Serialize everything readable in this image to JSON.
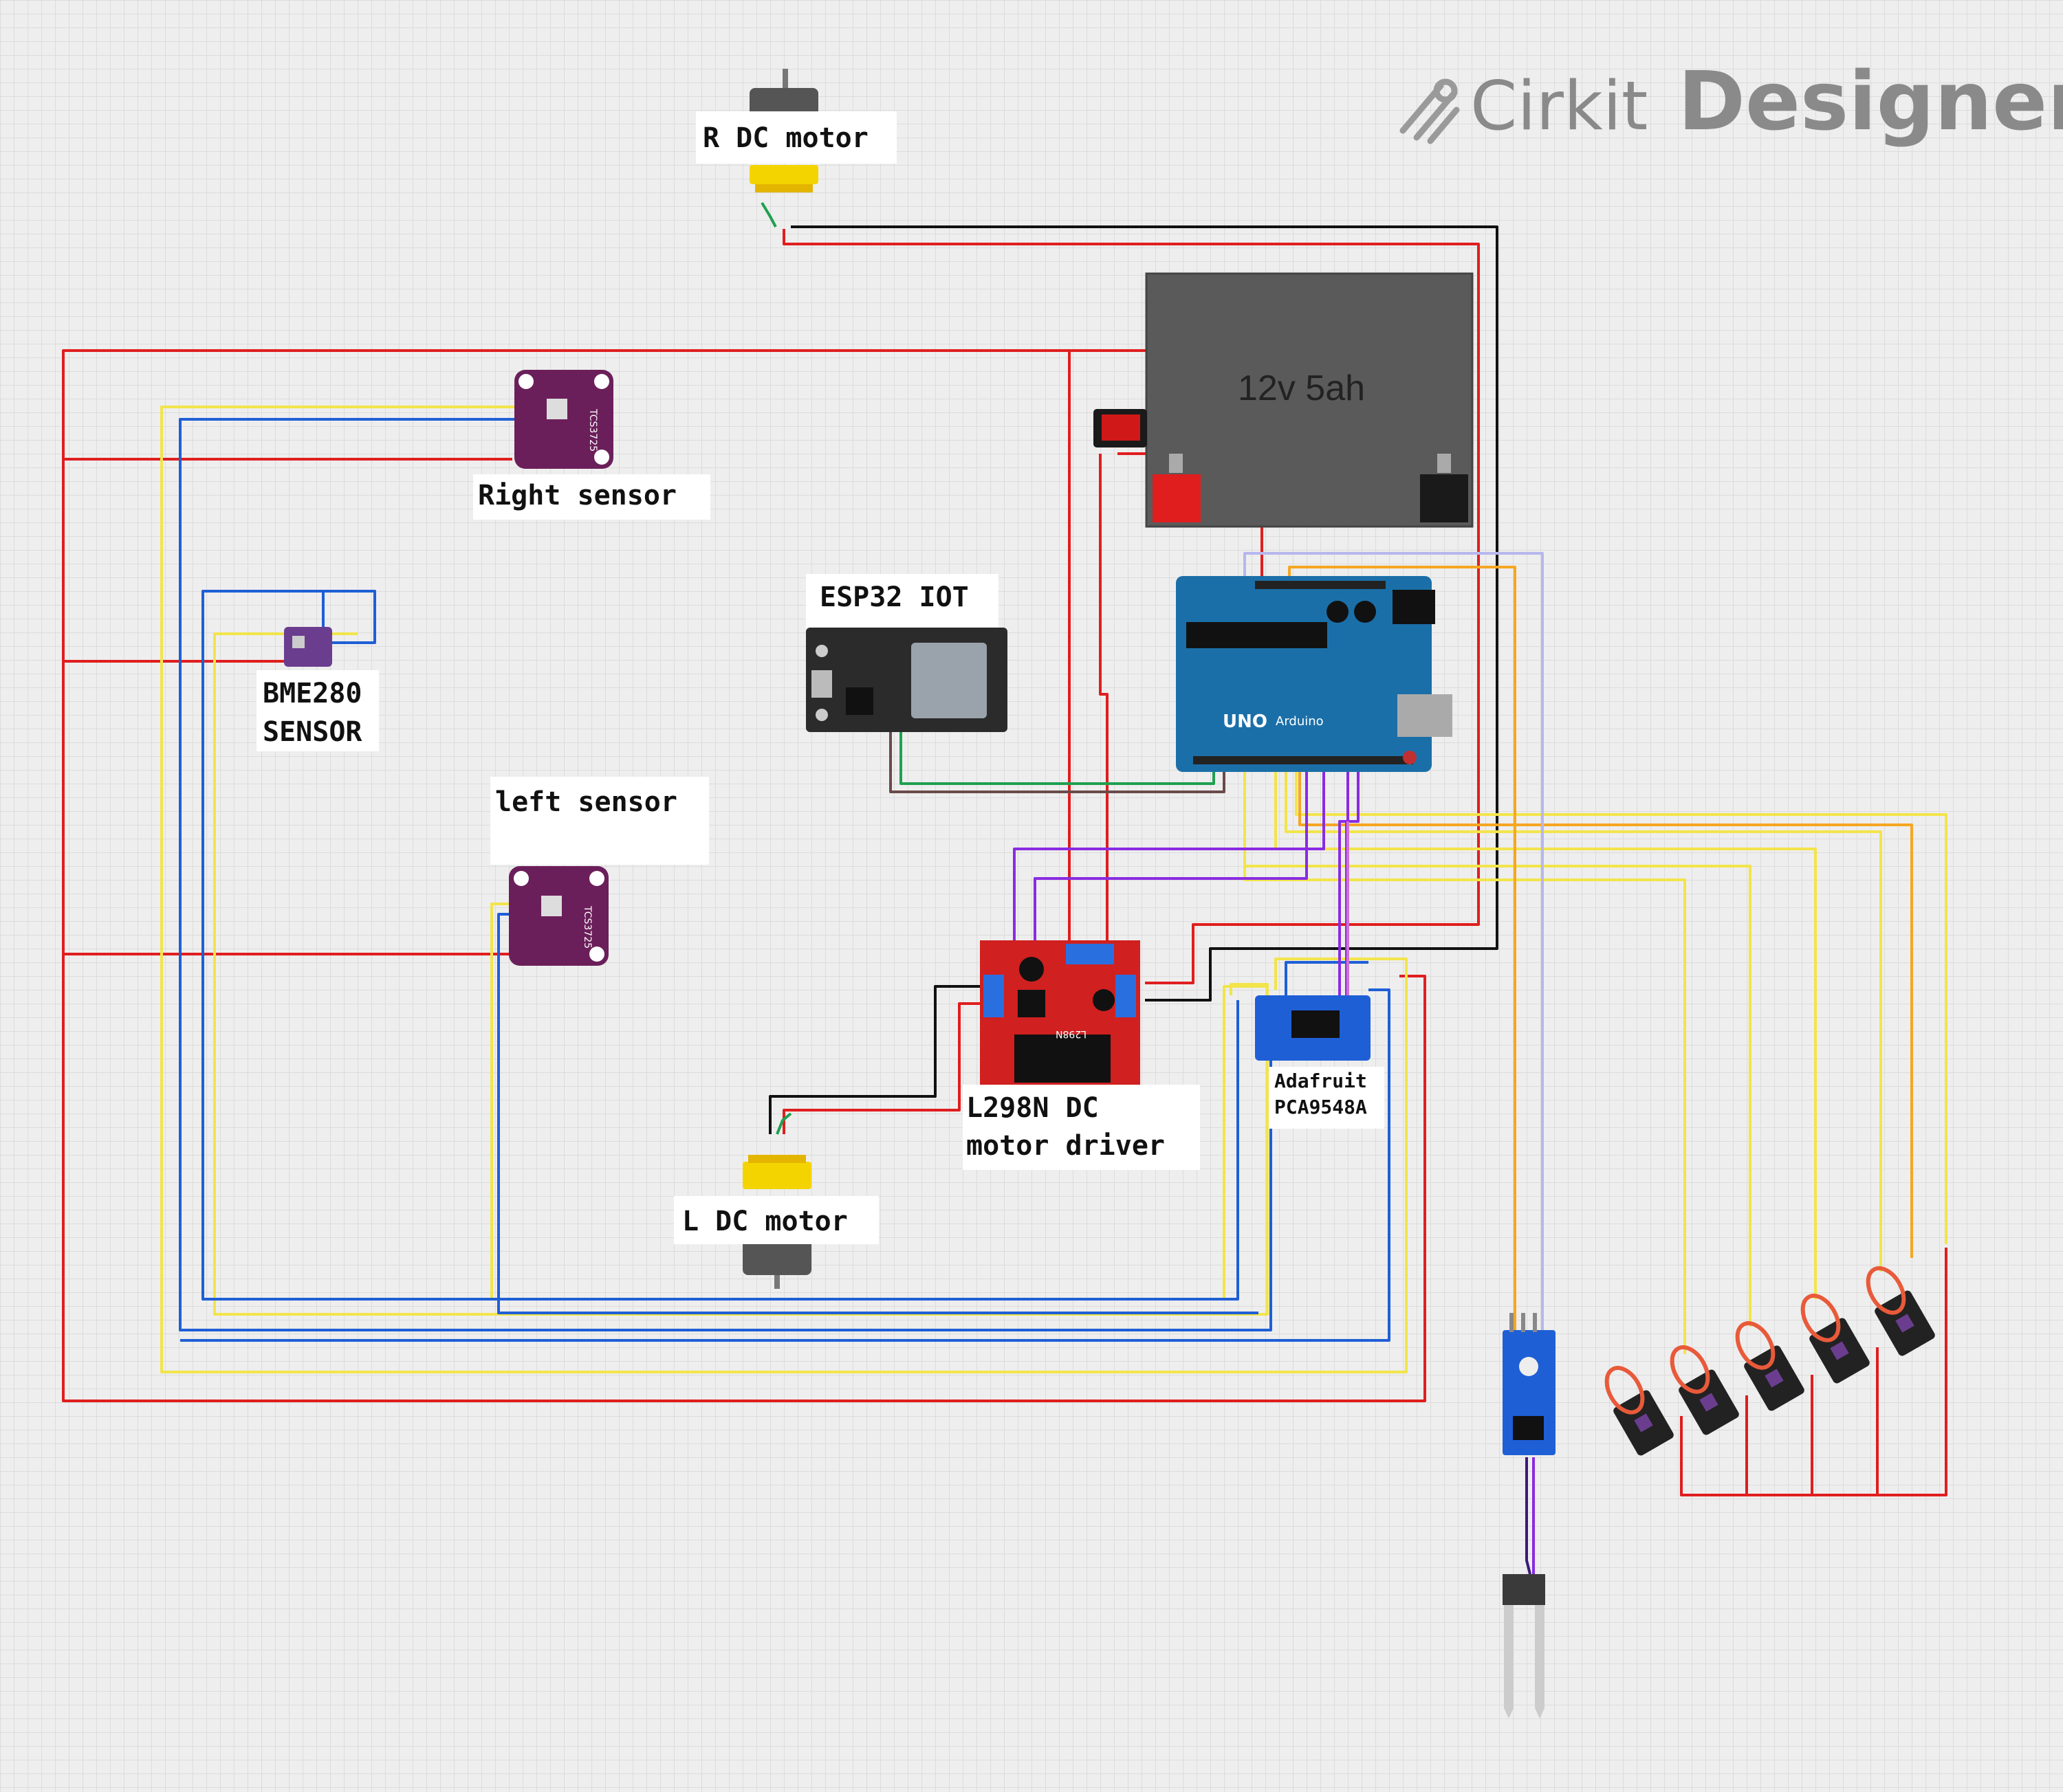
{
  "watermark": {
    "brand_left": "Cirkit",
    "brand_right": "Designer"
  },
  "components": {
    "right_motor": {
      "label": "R DC motor"
    },
    "left_motor": {
      "label": "L DC motor"
    },
    "battery": {
      "label": "12v 5ah"
    },
    "right_sensor": {
      "label": "Right sensor",
      "chip_text": "TCS3725"
    },
    "left_sensor": {
      "label": "left sensor",
      "chip_text": "TCS3725"
    },
    "bme280": {
      "label_line1": "BME280",
      "label_line2": "SENSOR"
    },
    "esp32": {
      "label": "ESP32 IOT"
    },
    "arduino": {
      "logo_text": "UNO",
      "brand_text": "Arduino"
    },
    "motor_driver": {
      "label_line1": "L298N DC",
      "label_line2": "motor driver",
      "chip_text": "L298N"
    },
    "mux": {
      "label_line1": "Adafruit",
      "label_line2": "PCA9548A"
    },
    "servos": {
      "count": 5
    }
  },
  "colors": {
    "red": "#e01e1e",
    "black": "#111111",
    "yellow": "#f2e44a",
    "blue": "#1f5fd6",
    "green": "#1fa050",
    "orange": "#f5a623",
    "purple": "#8a2be2",
    "lilac": "#b7b7ee",
    "brown": "#6b4a4a"
  }
}
